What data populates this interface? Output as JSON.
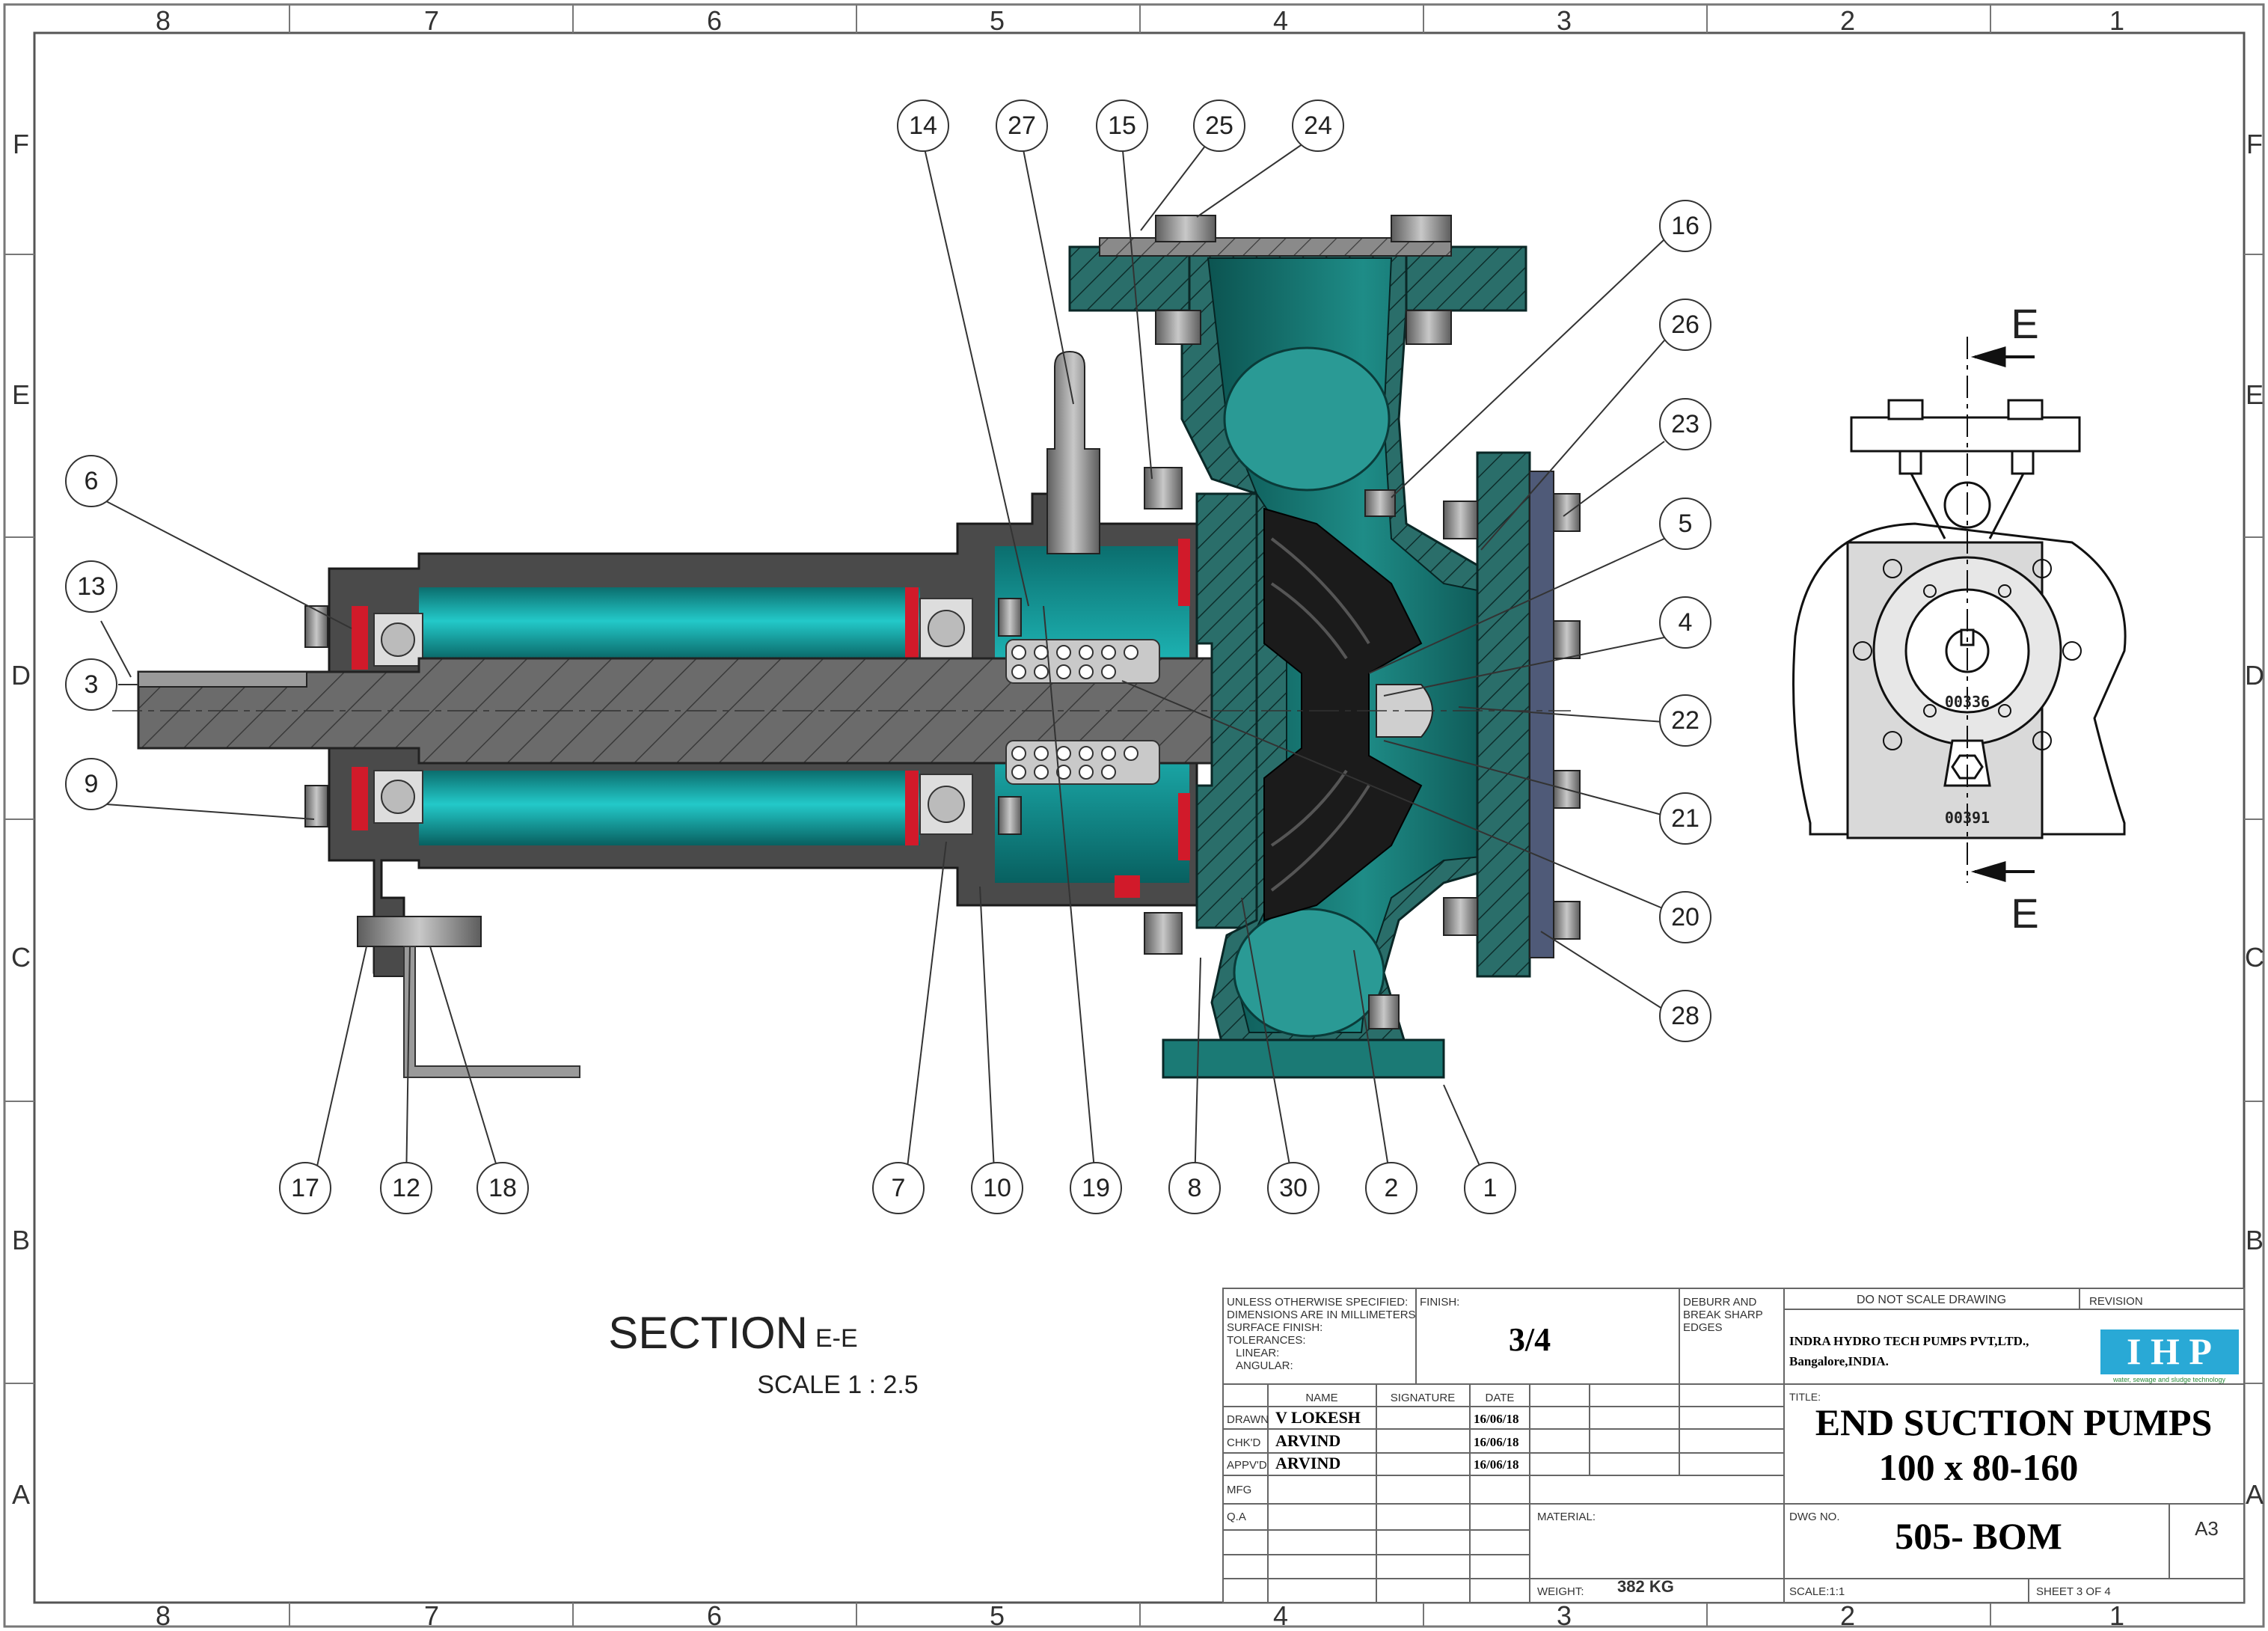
{
  "drawing": {
    "zone_columns_top": [
      "8",
      "7",
      "6",
      "5",
      "4",
      "3",
      "2",
      "1"
    ],
    "zone_columns_bottom": [
      "8",
      "7",
      "6",
      "5",
      "4",
      "3",
      "2",
      "1"
    ],
    "zone_rows": [
      "F",
      "E",
      "D",
      "C",
      "B",
      "A"
    ],
    "section_title_main": "SECTION",
    "section_title_sub": "E-E",
    "section_scale": "SCALE 1 : 2.5",
    "section_marker": "E",
    "end_view_text_1": "00336",
    "end_view_text_2": "00391",
    "colors": {
      "teal": "#1a6f6c",
      "cyan_body": "#14b8b8",
      "steel_gray": "#6e6e6e",
      "red_seal": "#d11a2a",
      "impeller_black": "#1b1b1b"
    }
  },
  "balloons": [
    {
      "n": "14"
    },
    {
      "n": "27"
    },
    {
      "n": "15"
    },
    {
      "n": "25"
    },
    {
      "n": "24"
    },
    {
      "n": "16"
    },
    {
      "n": "26"
    },
    {
      "n": "23"
    },
    {
      "n": "5"
    },
    {
      "n": "4"
    },
    {
      "n": "22"
    },
    {
      "n": "21"
    },
    {
      "n": "20"
    },
    {
      "n": "28"
    },
    {
      "n": "6"
    },
    {
      "n": "13"
    },
    {
      "n": "3"
    },
    {
      "n": "9"
    },
    {
      "n": "17"
    },
    {
      "n": "12"
    },
    {
      "n": "18"
    },
    {
      "n": "7"
    },
    {
      "n": "10"
    },
    {
      "n": "19"
    },
    {
      "n": "8"
    },
    {
      "n": "30"
    },
    {
      "n": "2"
    },
    {
      "n": "1"
    }
  ],
  "title_block": {
    "unless_lines": [
      "UNLESS OTHERWISE SPECIFIED:",
      "DIMENSIONS ARE IN MILLIMETERS",
      "SURFACE FINISH:",
      "TOLERANCES:",
      "   LINEAR:",
      "   ANGULAR:"
    ],
    "finish_label": "FINISH:",
    "finish_value": "3/4",
    "deburr_lines": [
      "DEBURR AND",
      "BREAK SHARP",
      "EDGES"
    ],
    "do_not_scale": "DO NOT SCALE DRAWING",
    "revision_label": "REVISION",
    "company_line1": "INDRA HYDRO TECH PUMPS PVT,LTD.,",
    "company_line2": "Bangalore,INDIA.",
    "logo_text": "I H P",
    "logo_tagline": "water, sewage and sludge technology",
    "col_name": "NAME",
    "col_signature": "SIGNATURE",
    "col_date": "DATE",
    "rows": [
      {
        "role": "DRAWN",
        "name": "V LOKESH",
        "date": "16/06/18"
      },
      {
        "role": "CHK'D",
        "name": "ARVIND",
        "date": "16/06/18"
      },
      {
        "role": "APPV'D",
        "name": "ARVIND",
        "date": "16/06/18"
      },
      {
        "role": "MFG",
        "name": "",
        "date": ""
      },
      {
        "role": "Q.A",
        "name": "",
        "date": ""
      }
    ],
    "title_label": "TITLE:",
    "title_line1": "END SUCTION PUMPS",
    "title_line2": "100 x 80-160",
    "material_label": "MATERIAL:",
    "dwg_no_label": "DWG NO.",
    "dwg_no": "505- BOM",
    "size": "A3",
    "weight_label": "WEIGHT:",
    "weight_value": "382 KG",
    "scale_text": "SCALE:1:1",
    "sheet_text": "SHEET 3 OF 4"
  }
}
